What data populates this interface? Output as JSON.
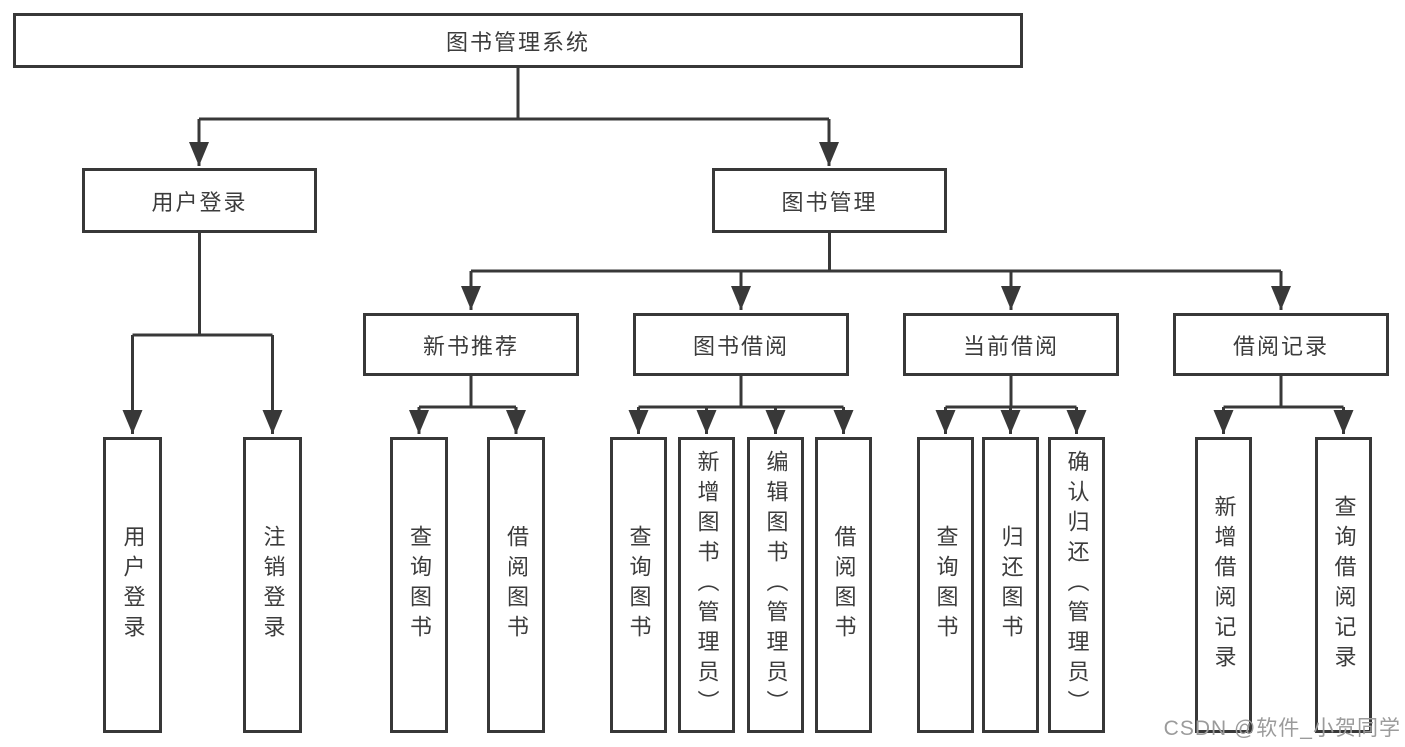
{
  "tree": {
    "label": "图书管理系统",
    "children": [
      {
        "label": "用户登录",
        "children": [
          {
            "label": "用户登录"
          },
          {
            "label": "注销登录"
          }
        ]
      },
      {
        "label": "图书管理",
        "children": [
          {
            "label": "新书推荐",
            "children": [
              {
                "label": "查询图书"
              },
              {
                "label": "借阅图书"
              }
            ]
          },
          {
            "label": "图书借阅",
            "children": [
              {
                "label": "查询图书"
              },
              {
                "label": "新增图书（管理员）"
              },
              {
                "label": "编辑图书（管理员）"
              },
              {
                "label": "借阅图书"
              }
            ]
          },
          {
            "label": "当前借阅",
            "children": [
              {
                "label": "查询图书"
              },
              {
                "label": "归还图书"
              },
              {
                "label": "确认归还（管理员）"
              }
            ]
          },
          {
            "label": "借阅记录",
            "children": [
              {
                "label": "新增借阅记录"
              },
              {
                "label": "查询借阅记录"
              }
            ]
          }
        ]
      }
    ]
  },
  "watermark": {
    "text": "CSDN @软件_小贺同学"
  },
  "colors": {
    "line": "#383838",
    "text": "#3c3c3c",
    "watermark": "#9b9b9b",
    "background": "#ffffff"
  }
}
